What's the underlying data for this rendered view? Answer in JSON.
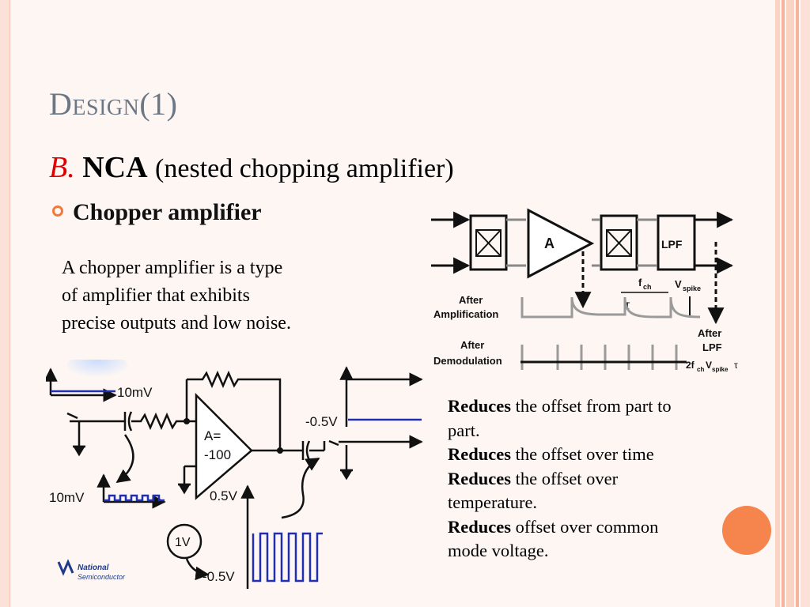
{
  "slide": {
    "title": "Design(1)",
    "subtitle": {
      "letter": "B.",
      "nca": "NCA",
      "description": "(nested chopping amplifier)"
    },
    "bullet": "Chopper amplifier",
    "paragraph": [
      "A chopper  amplifier is a type",
      "of amplifier that exhibits",
      "precise outputs and low noise."
    ],
    "points": [
      {
        "bold": "Reduces",
        "rest": " the offset from part to part."
      },
      {
        "bold": "Reduces",
        "rest": " the offset over time"
      },
      {
        "bold": "Reduces",
        "rest": " the offset over temperature."
      },
      {
        "bold": "Reduces",
        "rest": " offset over common mode voltage."
      }
    ]
  },
  "diagram_top": {
    "amp_label": "A",
    "lpf_label": "LPF",
    "fch_label": "f",
    "fch_sub": "ch",
    "vspike_label": "V",
    "vspike_sub": "spike",
    "tau_label": "τ",
    "after_amp_1": "After",
    "after_amp_2": "Amplification",
    "after_demod_1": "After",
    "after_demod_2": "Demodulation",
    "after_lpf_1": "After",
    "after_lpf_2": "LPF",
    "result_1": "2f",
    "result_sub1": "ch",
    "result_2": "V",
    "result_sub2": "spike",
    "result_3": "τ"
  },
  "diagram_bottom": {
    "in_amp": "10mV",
    "in_chopped": "10mV",
    "gain_1": "A=",
    "gain_2": "-100",
    "out_neg": "-0.5V",
    "out_pos": "0.5V",
    "out_neg2": "-0.5V",
    "source": "1V",
    "logo_1": "National",
    "logo_2": "Semiconductor"
  },
  "colors": {
    "accent_red": "#e00000",
    "bullet_orange": "#f4783c",
    "circle_orange": "#f6844d",
    "title_gray": "#6b7784",
    "signal_blue": "#1f2fb0"
  }
}
